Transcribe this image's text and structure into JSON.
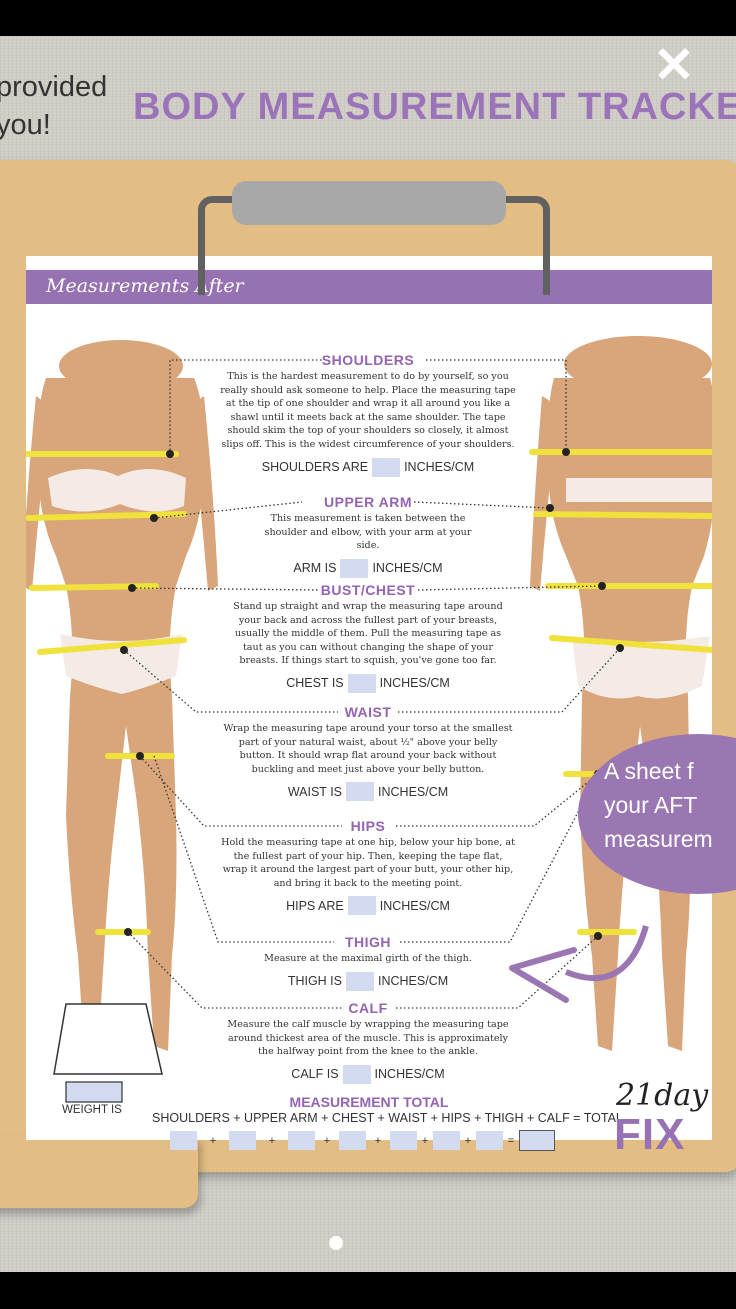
{
  "side_text": [
    "provided",
    "you!"
  ],
  "close_symbol": "✕",
  "title": "BODY MEASUREMENT TRACKER",
  "sheet_header": "Measurements After",
  "sections": [
    {
      "title": "SHOULDERS",
      "desc": "This is the hardest measurement to do by yourself, so you really should ask someone to help. Place the measuring tape at the tip of one shoulder and wrap it all around you like a shawl until it meets back at the same shoulder. The tape should skim the top of your shoulders so closely, it almost slips off. This is the widest circumference of your shoulders.",
      "label": "SHOULDERS ARE",
      "unit": "INCHES/CM"
    },
    {
      "title": "UPPER ARM",
      "desc": "This measurement is taken between the shoulder and elbow, with your arm at your side.",
      "label": "ARM IS",
      "unit": "INCHES/CM"
    },
    {
      "title": "BUST/CHEST",
      "desc": "Stand up straight and wrap the measuring tape around your back and across the fullest part of your breasts, usually the middle of them. Pull the measuring tape as taut as you can without changing the shape of your breasts. If things start to squish, you've gone too far.",
      "label": "CHEST IS",
      "unit": "INCHES/CM"
    },
    {
      "title": "WAIST",
      "desc": "Wrap the measuring tape around your torso at the smallest part of your natural waist, about ½\" above your belly button. It should wrap flat around your back without buckling and meet just above your belly button.",
      "label": "WAIST IS",
      "unit": "INCHES/CM"
    },
    {
      "title": "HIPS",
      "desc": "Hold the measuring tape at one hip, below your hip bone, at the fullest part of your hip. Then, keeping the tape flat, wrap it around the largest part of your butt, your other hip, and bring it back to the meeting point.",
      "label": "HIPS ARE",
      "unit": "INCHES/CM"
    },
    {
      "title": "THIGH",
      "desc": "Measure at the maximal girth of the thigh.",
      "label": "THIGH IS",
      "unit": "INCHES/CM"
    },
    {
      "title": "CALF",
      "desc": "Measure the calf muscle by wrapping the measuring tape around thickest area of the muscle. This is approximately the halfway point from the knee to the ankle.",
      "label": "CALF IS",
      "unit": "INCHES/CM"
    }
  ],
  "total_title": "MEASUREMENT TOTAL",
  "total_equation": "SHOULDERS + UPPER ARM + CHEST + WAIST + HIPS + THIGH + CALF = TOTAL",
  "total_ops": [
    "+",
    "+",
    "+",
    "+",
    "+",
    "+",
    "="
  ],
  "weight_label": "WEIGHT IS",
  "brand_line1": "21day",
  "brand_line2": "FIX",
  "bubble_lines": [
    "A sheet f",
    "your AFT",
    "measurem"
  ],
  "colors": {
    "accent": "#9672b2",
    "clipboard": "#e3bd83",
    "input_box": "#d3dbf0",
    "tape": "#f0e23a",
    "skin": "#d9a57a"
  }
}
